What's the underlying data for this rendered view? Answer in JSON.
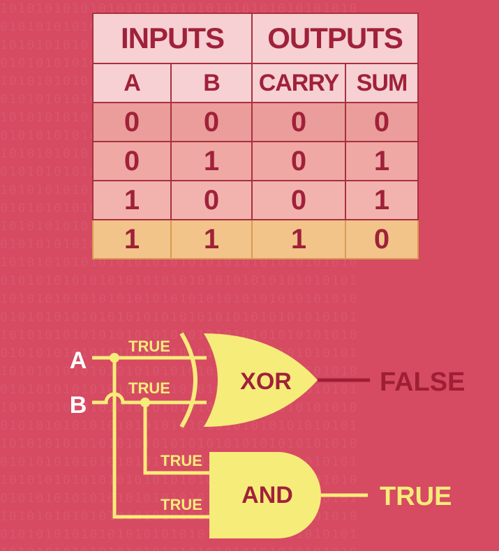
{
  "table": {
    "group_headers": [
      "INPUTS",
      "OUTPUTS"
    ],
    "column_headers": [
      "A",
      "B",
      "CARRY",
      "SUM"
    ],
    "rows": [
      [
        "0",
        "0",
        "0",
        "0"
      ],
      [
        "0",
        "1",
        "0",
        "1"
      ],
      [
        "1",
        "0",
        "0",
        "1"
      ],
      [
        "1",
        "1",
        "1",
        "0"
      ]
    ]
  },
  "circuit": {
    "inputs": {
      "a": "A",
      "b": "B"
    },
    "wire_labels": {
      "a_to_xor": "TRUE",
      "b_to_xor": "TRUE",
      "b_to_and": "TRUE",
      "a_to_and": "TRUE"
    },
    "gates": {
      "xor": "XOR",
      "and": "AND"
    },
    "outputs": {
      "xor": "FALSE",
      "and": "TRUE"
    }
  },
  "colors": {
    "background": "#d64a62",
    "wire": "#f6ec7a",
    "gate_fill": "#f6ec7a",
    "text_dark": "#a0213a",
    "highlight_row": "#f2c48a",
    "false_output": "#9e1f34"
  }
}
